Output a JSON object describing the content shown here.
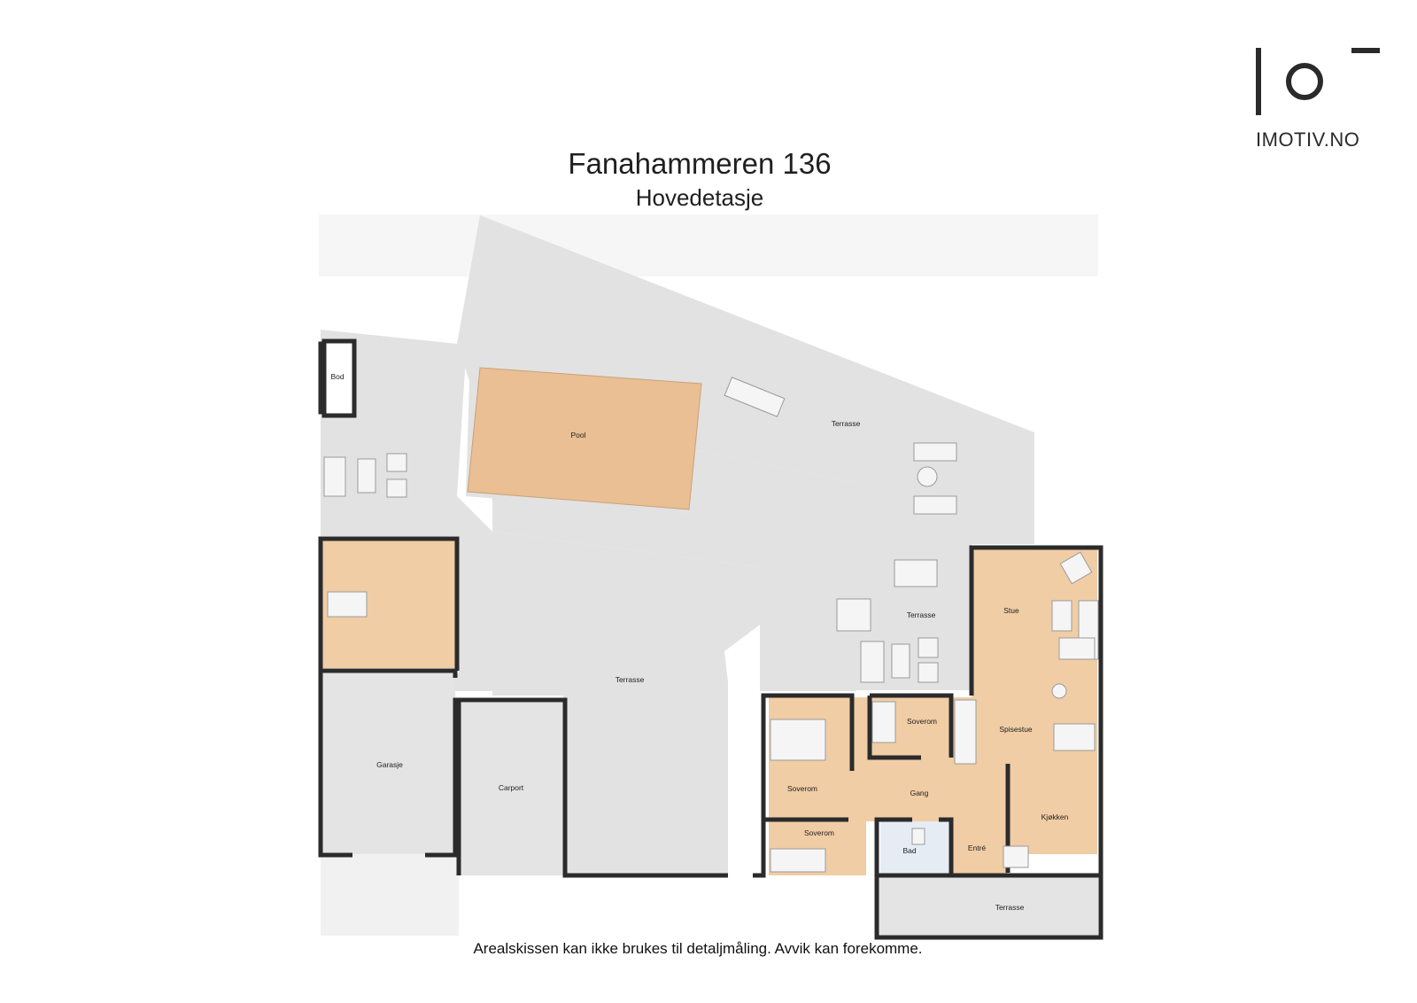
{
  "brand": {
    "logo_text": "IMOTIV.NO"
  },
  "title": "Fanahammeren 136",
  "subtitle": "Hovedetasje",
  "disclaimer": "Arealskissen kan ikke brukes til detaljmåling. Avvik kan forekomme.",
  "rooms": {
    "bod": "Bod",
    "pool": "Pool",
    "terrasse_top": "Terrasse",
    "terrasse_mid": "Terrasse",
    "terrasse_east": "Terrasse",
    "terrasse_bottom": "Terrasse",
    "garasje": "Garasje",
    "carport": "Carport",
    "stue": "Stue",
    "spisestue": "Spisestue",
    "kjokken": "Kjøkken",
    "soverom_1": "Soverom",
    "soverom_2": "Soverom",
    "soverom_3": "Soverom",
    "gang": "Gang",
    "bad": "Bad",
    "entre": "Entré"
  },
  "colors": {
    "outdoor": "#e2e2e2",
    "indoor": "#f0cda5",
    "wall": "#2b2b2b",
    "pool": "#e9bf93"
  }
}
